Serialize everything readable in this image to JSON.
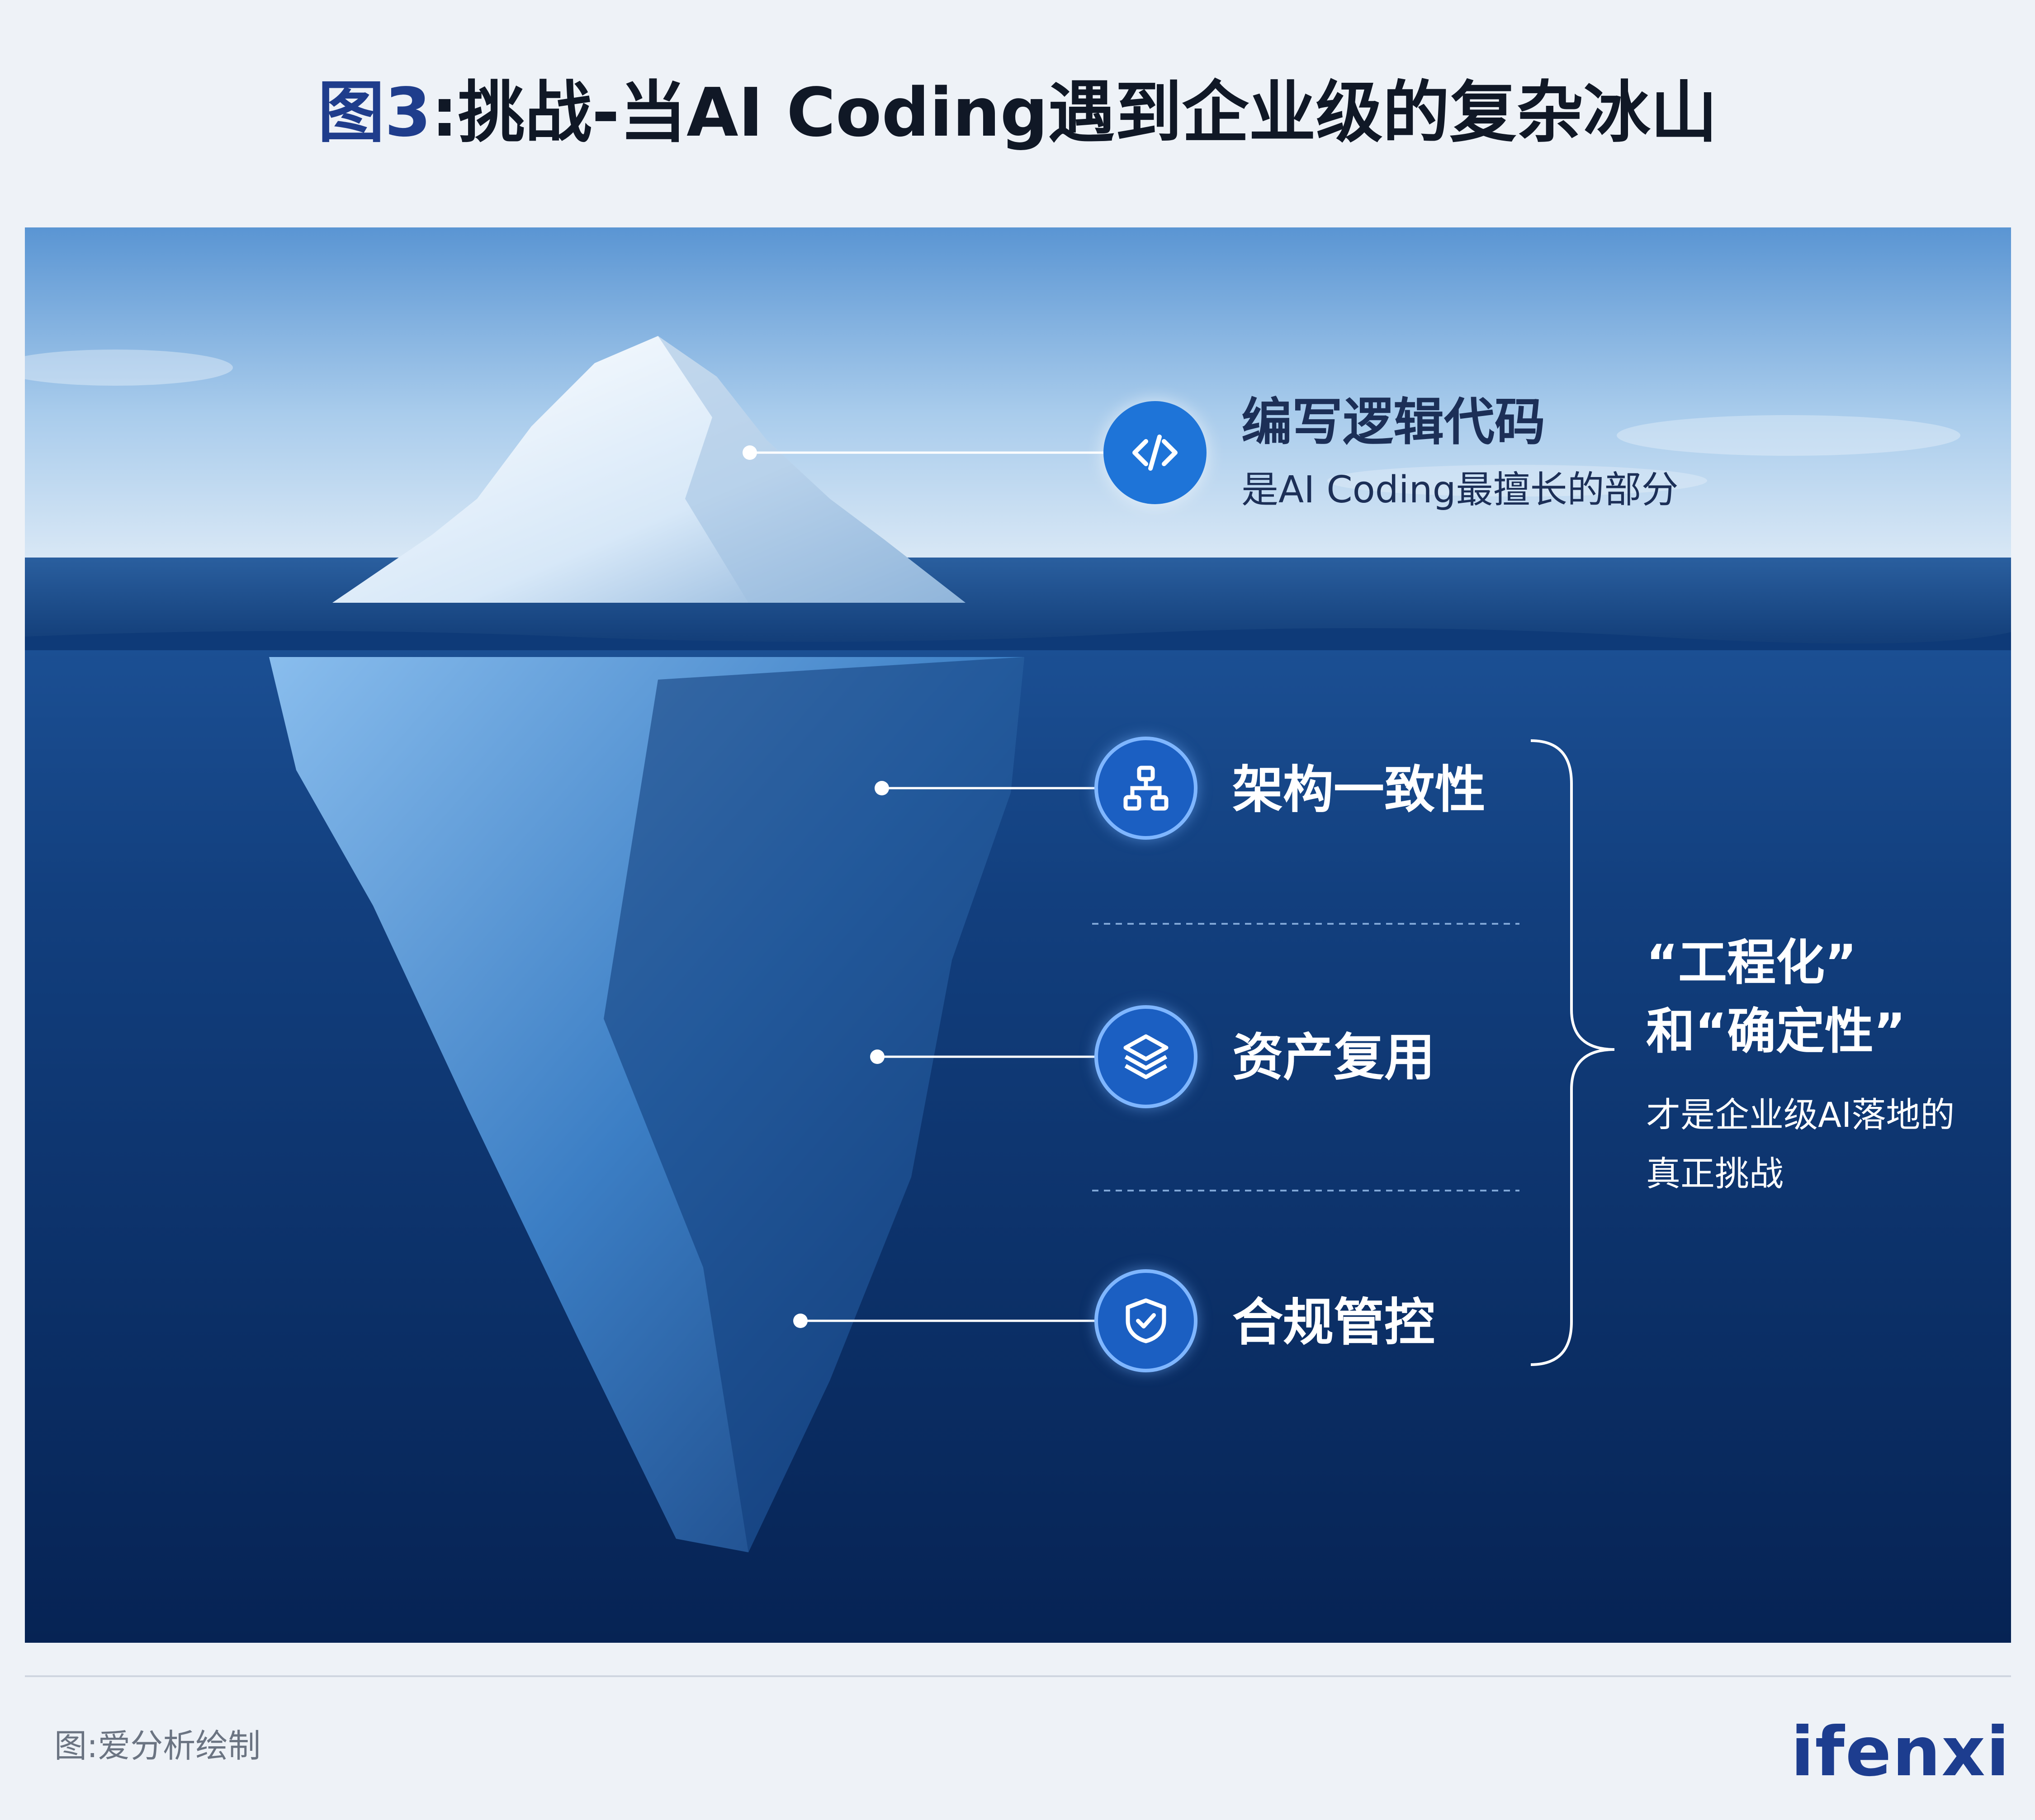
{
  "title": {
    "prefix": "图3",
    "text": ":挑战-当AI Coding遇到企业级的复杂冰山"
  },
  "above_water": {
    "icon": "code-brackets-icon",
    "heading": "编写逻辑代码",
    "subtext": "是AI Coding最擅长的部分"
  },
  "below_water": {
    "items": [
      {
        "icon": "hierarchy-icon",
        "label": "架构一致性"
      },
      {
        "icon": "layers-icon",
        "label": "资产复用"
      },
      {
        "icon": "shield-check-icon",
        "label": "合规管控"
      }
    ],
    "conclusion_line1": "“工程化”",
    "conclusion_line2": "和“确定性”",
    "conclusion_sub1": "才是企业级AI落地的",
    "conclusion_sub2": "真正挑战"
  },
  "footer": {
    "source": "图:爱分析绘制",
    "logo": "ifenxi"
  },
  "colors": {
    "title_accent": "#1f3d8c",
    "sky_top": "#5d97d4",
    "deep_water": "#082a5c",
    "icon_blue": "#1e74d8",
    "logo": "#1d3d8f"
  }
}
